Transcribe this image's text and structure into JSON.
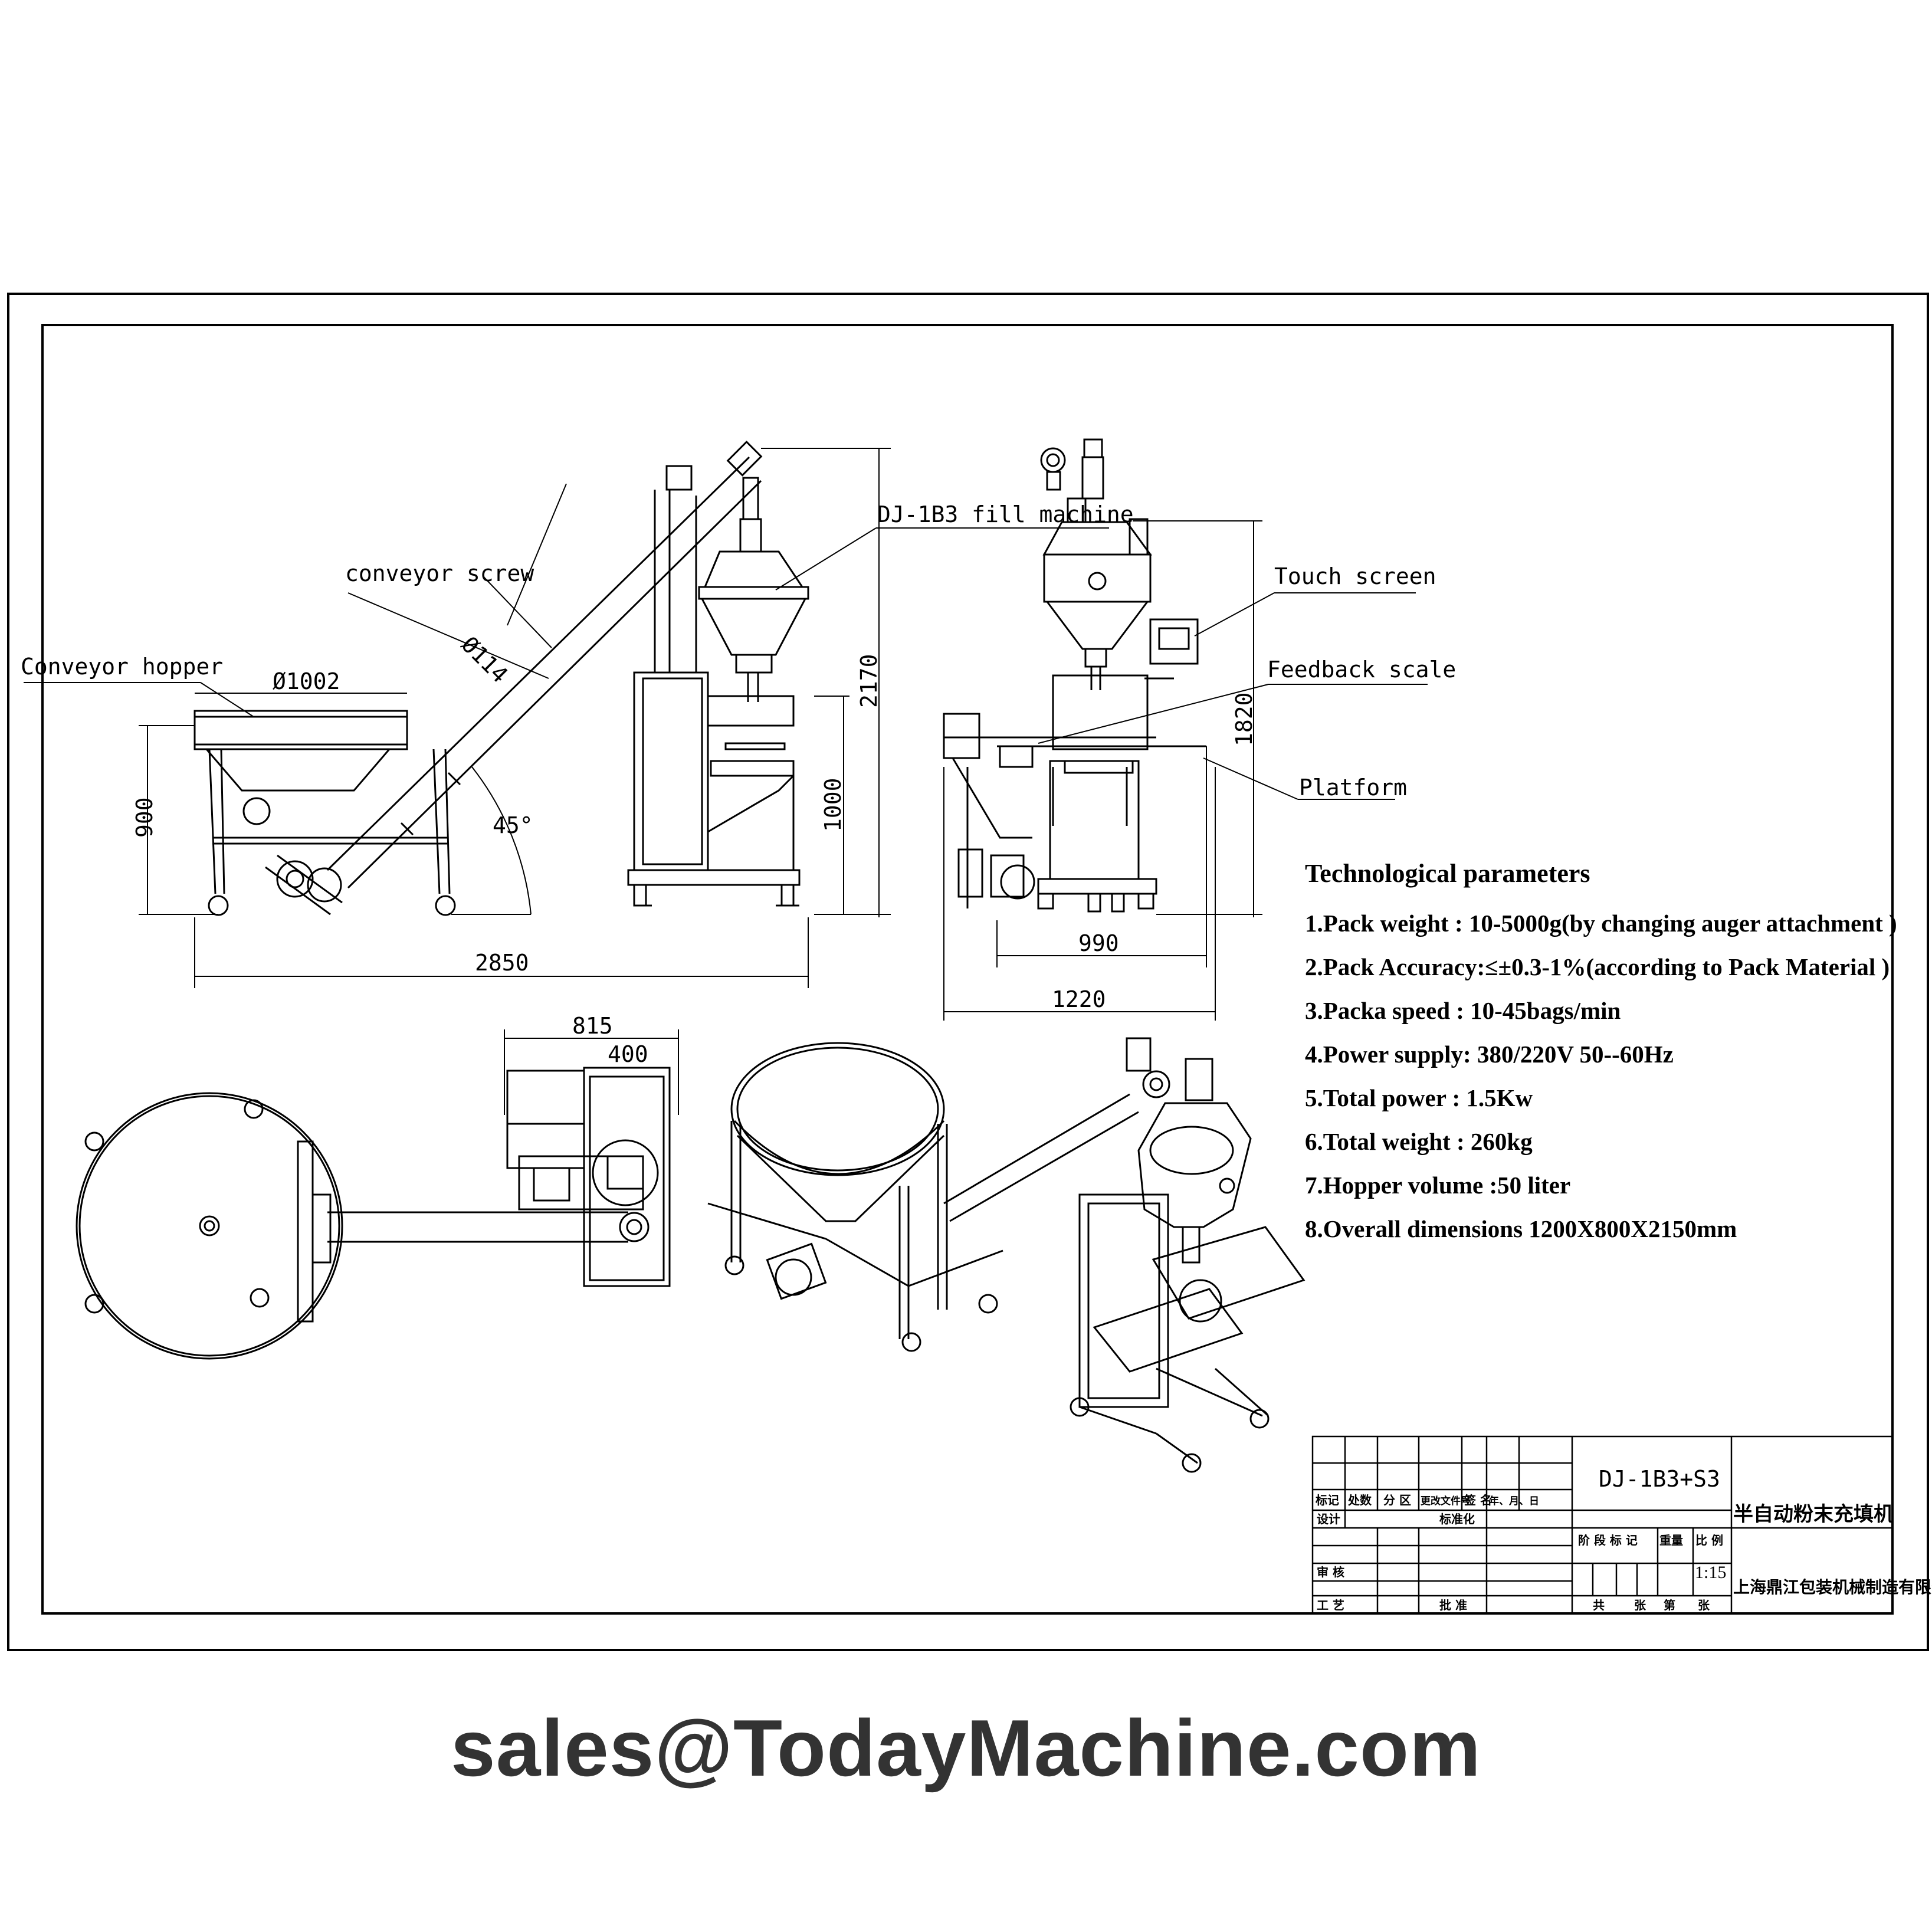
{
  "labels": {
    "conveyor_hopper": "Conveyor hopper",
    "conveyor_screw": "conveyor screw",
    "fill_machine": "DJ-1B3 fill machine",
    "touch_screen": "Touch screen",
    "feedback_scale": "Feedback scale",
    "platform": "Platform"
  },
  "dimensions": {
    "hopper_diameter": "Ø1002",
    "screw_diameter": "Ø114",
    "angle": "45°",
    "hopper_height": "900",
    "total_length": "2850",
    "machine_height": "2170",
    "platform_height": "1000",
    "front_height": "1820",
    "front_width_inner": "990",
    "front_width_outer": "1220",
    "top_width_outer": "815",
    "top_width_inner": "400"
  },
  "parameters": {
    "title": "Technological  parameters",
    "items": [
      "1.Pack  weight : 10-5000g(by changing auger attachment )",
      "2.Pack  Accuracy:≤±0.3-1%(according to Pack Material  )",
      "3.Packa  speed : 10-45bags/min",
      "4.Power  supply:  380/220V  50--60Hz",
      "5.Total  power :   1.5Kw",
      "6.Total   weight : 260kg",
      "7.Hopper  volume :50 liter",
      "8.Overall dimensions 1200X800X2150mm"
    ]
  },
  "title_block": {
    "model": "DJ-1B3+S3",
    "product_name": "半自动粉末充填机",
    "company": "上海鼎江包装机械制造有限公司",
    "scale": "1:15",
    "header_cells": [
      "标记",
      "处数",
      "分 区",
      "更改文件号",
      "签 名",
      "年、月、日"
    ],
    "design": "设计",
    "standardize": "标准化",
    "stage_mark": "阶 段 标 记",
    "weight": "重量",
    "ratio": "比 例",
    "review": "审 核",
    "process": "工 艺",
    "approve": "批 准",
    "sheet_total": "共",
    "sheet_zhang1": "张",
    "sheet_di": "第",
    "sheet_zhang2": "张"
  },
  "footer": {
    "email": "sales@TodayMachine.com"
  }
}
